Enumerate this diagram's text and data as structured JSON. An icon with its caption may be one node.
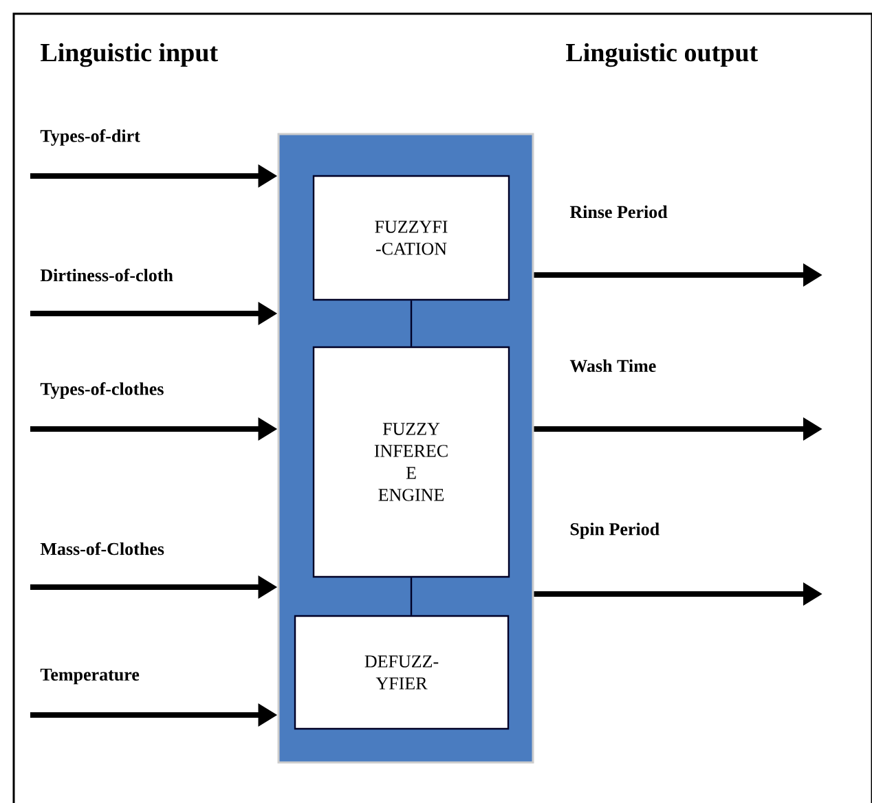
{
  "diagram": {
    "nodes": [
      {
        "text": [],
        "shape": "box"
      },
      {
        "text": [
          "FUZZYFI -CATION"
        ],
        "in": 0
      },
      {
        "text": [
          "FUZZY INFEREC E ENGINE"
        ],
        "in": 0
      },
      {
        "text": [
          "DEFUZZ- YFIER"
        ],
        "in": 0
      }
    ],
    "edges": [
      {
        "from": null,
        "to": 0,
        "arrow": "to",
        "label": "Types-of-dirt"
      },
      {
        "from": null,
        "to": 0,
        "arrow": "to",
        "label": "Dirtiness-of-cloth"
      },
      {
        "from": null,
        "to": 0,
        "arrow": "to",
        "label": "Types-of-clothes"
      },
      {
        "from": null,
        "to": 0,
        "arrow": "to",
        "label": "Mass-of-Clothes"
      },
      {
        "from": null,
        "to": 0,
        "arrow": "to",
        "label": "Temperature"
      },
      {
        "from": 1,
        "to": 2,
        "arrow": "none"
      },
      {
        "from": 2,
        "to": 3,
        "arrow": "none"
      },
      {
        "from": 0,
        "to": null,
        "arrow": "to",
        "label": "Rinse Period"
      },
      {
        "from": 0,
        "to": null,
        "arrow": "to",
        "label": "Wash Time"
      },
      {
        "from": 0,
        "to": null,
        "arrow": "to",
        "label": "Spin Period"
      }
    ],
    "labels": [
      "Linguistic input",
      "Linguistic output"
    ]
  }
}
